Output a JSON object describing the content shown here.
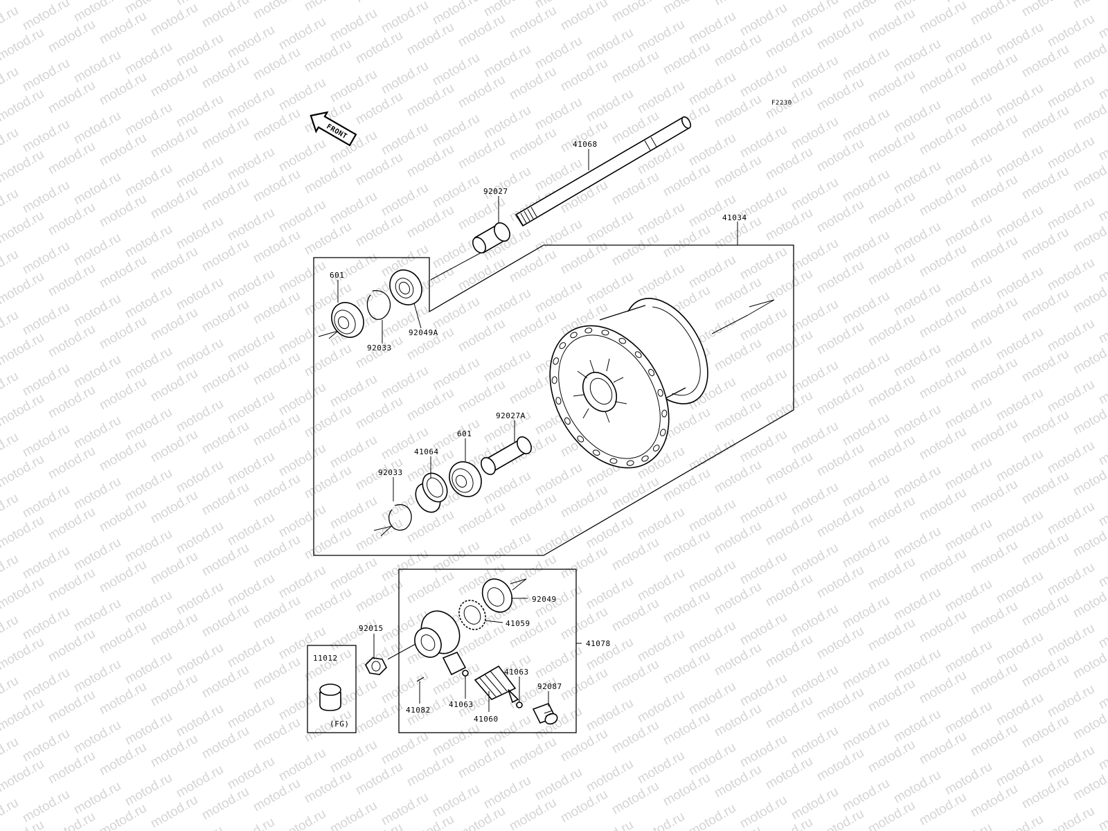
{
  "watermark": "motod.ru",
  "figure_code": "F2230",
  "front_arrow_label": "FRONT",
  "fg_note": "(FG)",
  "callouts": {
    "c41068": "41068",
    "c92027": "92027",
    "c41034": "41034",
    "c601_top": "601",
    "c92033_top": "92033",
    "c92049A": "92049A",
    "c92027A": "92027A",
    "c601_bottom": "601",
    "c41064": "41064",
    "c92033_bottom": "92033",
    "c92049": "92049",
    "c41059": "41059",
    "c41078": "41078",
    "c92015": "92015",
    "c11012": "11012",
    "c41063_right": "41063",
    "c92087": "92087",
    "c41082": "41082",
    "c41063_left": "41063",
    "c41060": "41060"
  }
}
